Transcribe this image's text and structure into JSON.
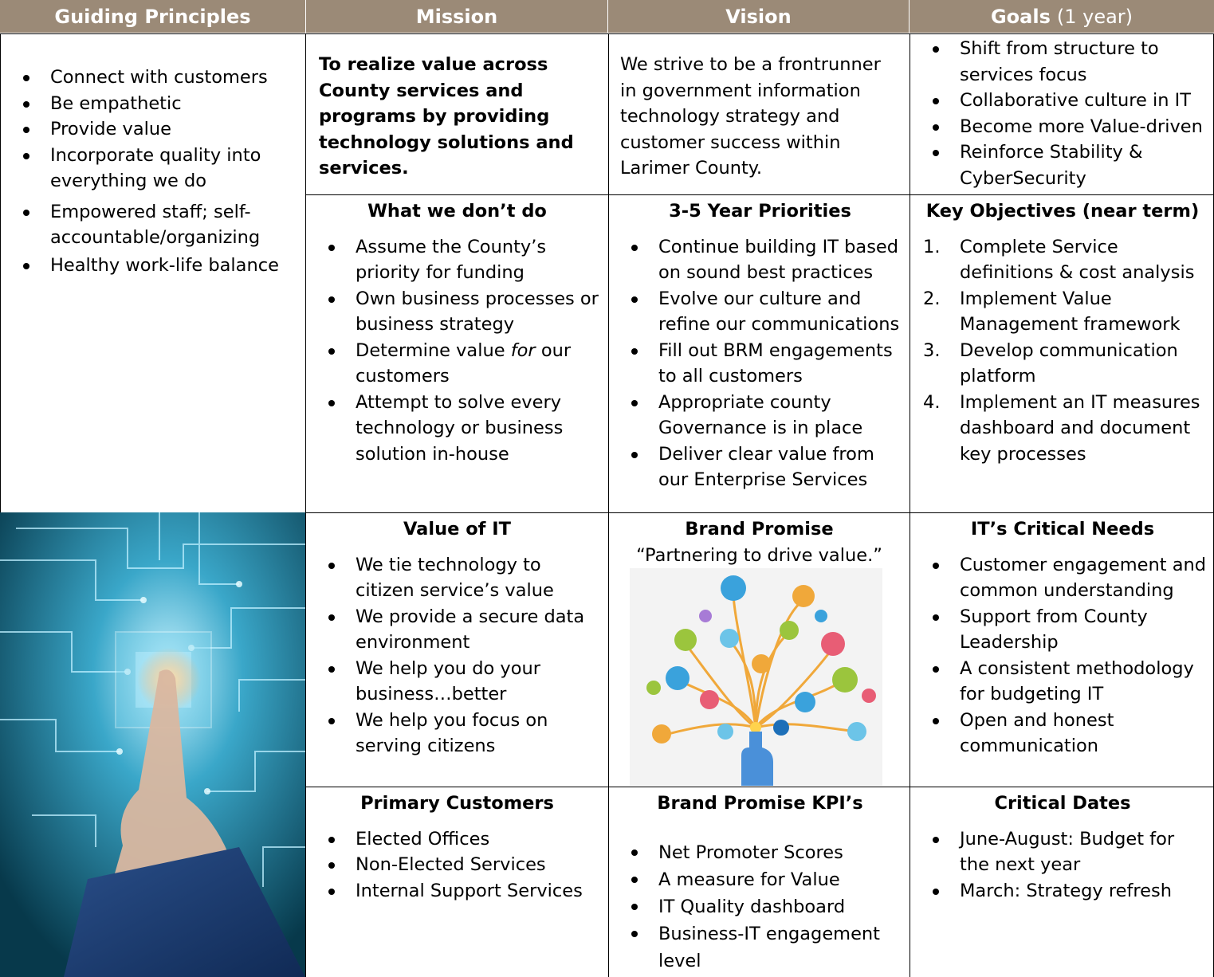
{
  "headers": {
    "guiding": "Guiding Principles",
    "mission": "Mission",
    "vision": "Vision",
    "goals": "Goals",
    "goals_sub": "(1 year)"
  },
  "guiding_principles": [
    "Connect with customers",
    "Be empathetic",
    "Provide value",
    "Incorporate quality into everything we do",
    "Empowered staff;  self-accountable/organizing",
    "Healthy work-life balance"
  ],
  "mission": {
    "text": "To realize value across County services and programs by providing technology solutions and services."
  },
  "vision": {
    "text": "We strive to be a frontrunner in government information technology strategy and customer success within Larimer County."
  },
  "goals": [
    "Shift  from structure to services focus",
    "Collaborative culture in IT",
    "Become more Value-driven",
    "Reinforce Stability & CyberSecurity"
  ],
  "dont_do": {
    "title": "What we don’t do",
    "items": [
      "Assume the County’s priority for funding",
      "Own business processes or business strategy",
      "Attempt to solve every technology or business solution in-house"
    ],
    "value_item_pre": "Determine value ",
    "value_item_em": "for",
    "value_item_post": " our customers"
  },
  "priorities": {
    "title": "3-5 Year Priorities",
    "items": [
      "Continue building IT based on sound best practices",
      "Evolve our culture and refine our communications",
      "Fill out BRM engagements to all customers",
      "Appropriate county Governance is in place",
      "Deliver clear value from our Enterprise Services"
    ]
  },
  "objectives": {
    "title": "Key Objectives (near term)",
    "items": [
      {
        "num": "1.",
        "text": "Complete Service definitions & cost analysis"
      },
      {
        "num": "2.",
        "text": "Implement Value Management framework"
      },
      {
        "num": "3.",
        "text": "Develop communication platform"
      },
      {
        "num": "4.",
        "text": "Implement an IT measures dashboard and document key processes"
      }
    ]
  },
  "value_of_it": {
    "title": "Value of IT",
    "items": [
      "We tie technology to citizen service’s value",
      "We provide a secure data environment",
      "We help you do your business…better",
      "We help you focus on serving citizens"
    ]
  },
  "brand_promise": {
    "title": "Brand Promise",
    "quote": "“Partnering to drive value.”"
  },
  "critical_needs": {
    "title": "IT’s Critical Needs",
    "items": [
      "Customer engagement and common understanding",
      "Support from County Leadership",
      "A consistent methodology for budgeting IT",
      "Open and honest communication"
    ]
  },
  "primary_customers": {
    "title": "Primary Customers",
    "items": [
      "Elected Offices",
      "Non-Elected Services",
      "Internal Support Services"
    ]
  },
  "kpis": {
    "title": "Brand Promise KPI’s",
    "items": [
      "Net Promoter Scores",
      "A measure for Value",
      "IT Quality dashboard",
      "Business-IT engagement level"
    ]
  },
  "critical_dates": {
    "title": "Critical Dates",
    "items": [
      "June-August: Budget for the next year",
      "March: Strategy refresh"
    ]
  },
  "colors": {
    "header_bg": "#9b8a77",
    "header_text": "#ffffff",
    "photo_blue": "#0d4f66"
  },
  "images": {
    "photo": "circuit-hand-photo",
    "brand_art": "idea-tree-hand-illustration"
  }
}
